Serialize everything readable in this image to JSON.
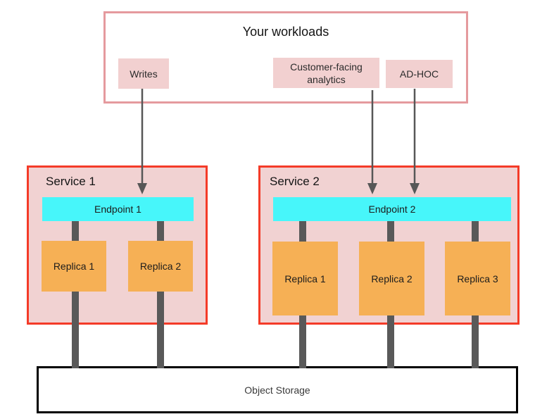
{
  "colors": {
    "workloads_border": "#e59a9e",
    "label_fill": "#f2d0d0",
    "service_border": "#f43b28",
    "service_fill": "#f1d2d2",
    "endpoint_fill": "#47f6fa",
    "replica_fill": "#f6b055",
    "connector": "#595959",
    "arrow": "#575757",
    "storage_border": "#000000"
  },
  "workloads": {
    "title": "Your workloads",
    "items": [
      {
        "label": "Writes"
      },
      {
        "label": "Customer-facing analytics"
      },
      {
        "label": "AD-HOC"
      }
    ]
  },
  "services": [
    {
      "title": "Service 1",
      "endpoint": "Endpoint 1",
      "replicas": [
        "Replica 1",
        "Replica 2"
      ]
    },
    {
      "title": "Service 2",
      "endpoint": "Endpoint 2",
      "replicas": [
        "Replica 1",
        "Replica 2",
        "Replica 3"
      ]
    }
  ],
  "storage": {
    "label": "Object Storage"
  }
}
